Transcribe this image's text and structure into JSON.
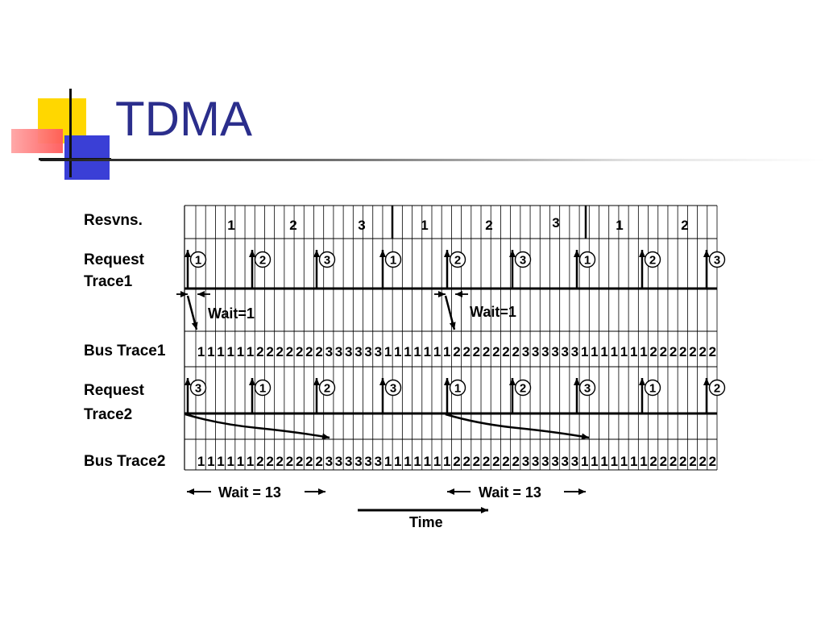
{
  "slide": {
    "title": "TDMA",
    "colors": {
      "title": "#2b2e8c",
      "logo_yellow": "#ffd700",
      "logo_red": "#ff5a5a",
      "logo_blue": "#3a3fd6"
    }
  },
  "diagram": {
    "row_labels": {
      "reservations": "Resvns.",
      "request_trace1": [
        "Request",
        "Trace1"
      ],
      "bus_trace1": "Bus Trace1",
      "request_trace2": [
        "Request",
        "Trace2"
      ],
      "bus_trace2": "Bus Trace2"
    },
    "reservations": [
      "1",
      "2",
      "3",
      "1",
      "2",
      "3",
      "1",
      "2"
    ],
    "request_trace1": [
      "1",
      "2",
      "3",
      "1",
      "2",
      "3",
      "1",
      "2",
      "3"
    ],
    "request_trace2": [
      "3",
      "1",
      "2",
      "3",
      "1",
      "2",
      "3",
      "1",
      "2"
    ],
    "bus_trace1": "11111122222223333331111111222222233333311111112222222",
    "bus_trace2": "11111122222223333331111111222222233333311111112222222",
    "wait_short_label": "Wait=1",
    "wait_long_label": "Wait = 13",
    "time_label": "Time"
  }
}
